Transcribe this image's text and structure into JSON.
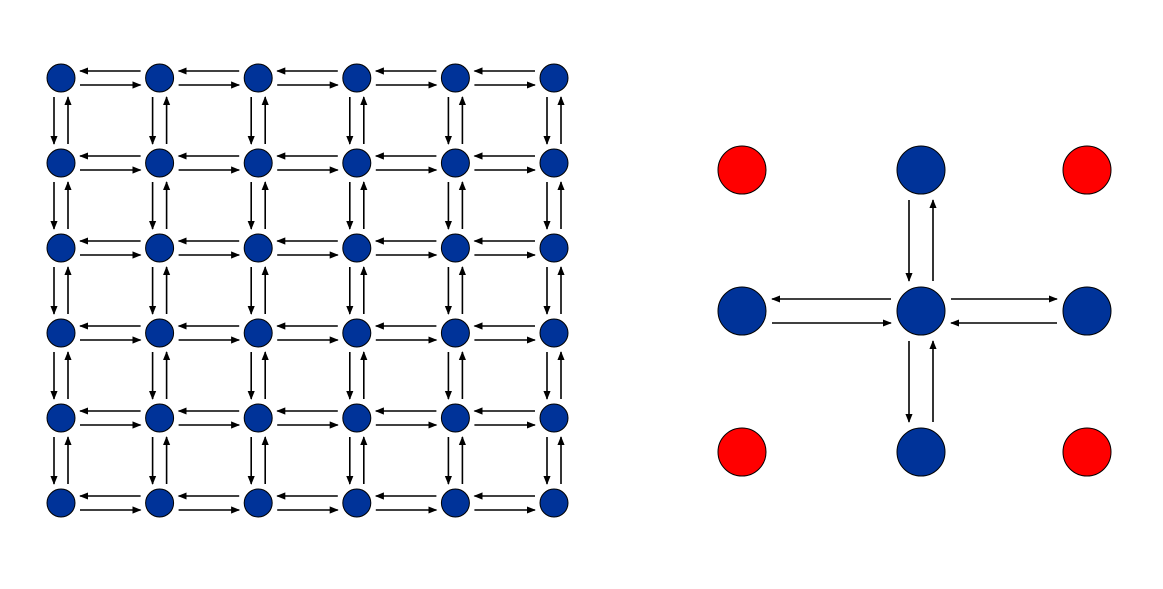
{
  "colors": {
    "node_fill": "#003399",
    "corner_fill": "#ff0000",
    "stroke": "#000000",
    "background": "#ffffff"
  },
  "grid": {
    "rows": 6,
    "cols": 6,
    "links": "bidirectional-neighbors"
  },
  "neighborhood": {
    "center": "blue",
    "orthogonal_neighbors": "blue",
    "diagonal_neighbors": "red",
    "links": "bidirectional-center-to-orthogonal"
  }
}
